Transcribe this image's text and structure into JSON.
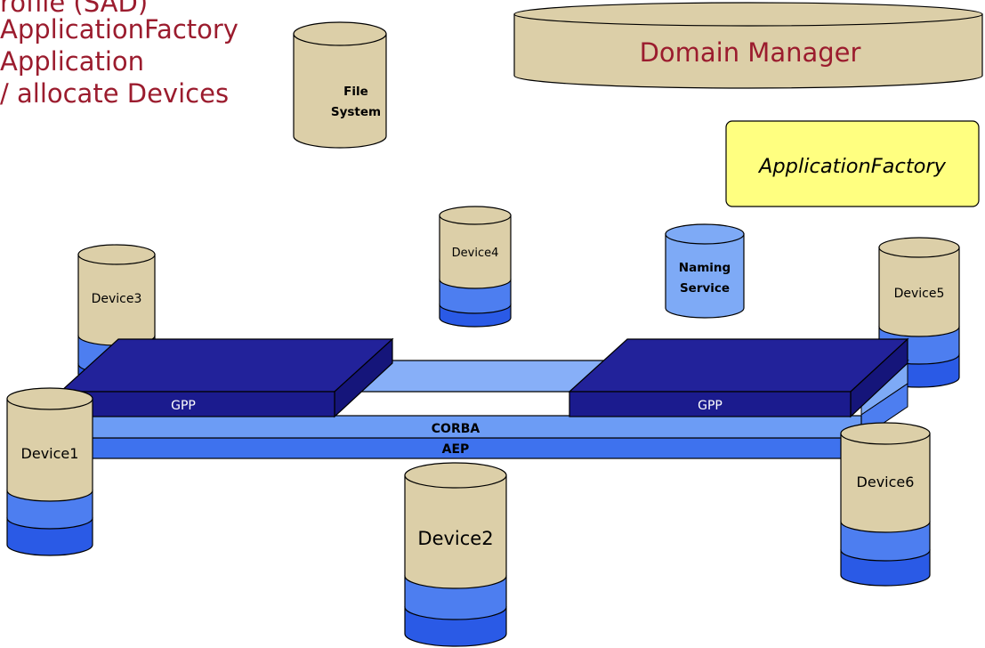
{
  "text_panel": {
    "lines": [
      "rofile (SAD)",
      " ApplicationFactory",
      " Application",
      " / allocate Devices"
    ]
  },
  "domain_manager": {
    "label": "Domain Manager"
  },
  "file_system": {
    "line1": "File",
    "line2": "System"
  },
  "application_factory": {
    "label": "ApplicationFactory"
  },
  "naming_service": {
    "line1": "Naming",
    "line2": "Service"
  },
  "devices": {
    "d1": "Device1",
    "d2": "Device2",
    "d3": "Device3",
    "d4": "Device4",
    "d5": "Device5",
    "d6": "Device6"
  },
  "platform": {
    "gpp_left": "GPP",
    "gpp_right": "GPP",
    "corba": "CORBA",
    "aep": "AEP"
  },
  "colors": {
    "accent_text": "#9b1c2e",
    "cylinder_tan": "#dccfa8",
    "blue_light": "#7eaaf6",
    "blue_mid": "#4d7ef0",
    "blue_dark": "#2a5ae6",
    "navy": "#22229a",
    "yellow_box": "#ffff80"
  }
}
